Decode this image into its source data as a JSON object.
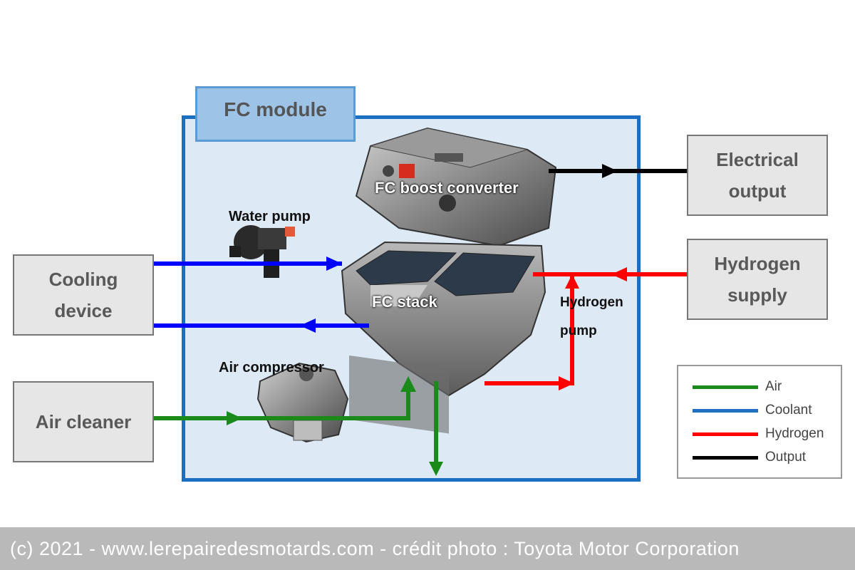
{
  "module": {
    "title": "FC module"
  },
  "external": {
    "cooling_device": [
      "Cooling",
      "device"
    ],
    "air_cleaner": "Air cleaner",
    "electrical_output": [
      "Electrical",
      "output"
    ],
    "hydrogen_supply": [
      "Hydrogen",
      "supply"
    ]
  },
  "components": {
    "boost_converter": "FC boost converter",
    "water_pump": "Water pump",
    "fc_stack": "FC stack",
    "hydrogen_pump": [
      "Hydrogen",
      "pump"
    ],
    "air_compressor": "Air compressor"
  },
  "legend": [
    {
      "label": "Air",
      "color": "#1a8a1a"
    },
    {
      "label": "Coolant",
      "color": "#1f6fc2"
    },
    {
      "label": "Hydrogen",
      "color": "#ff0000"
    },
    {
      "label": "Output",
      "color": "#000000"
    }
  ],
  "flow_colors": {
    "air": "#1a8a1a",
    "coolant": "#0000ff",
    "hydrogen": "#ff0000",
    "output": "#000000"
  },
  "footer": {
    "text": "(c) 2021 - www.lerepairedesmotards.com  - crédit photo : Toyota Motor Corporation"
  }
}
